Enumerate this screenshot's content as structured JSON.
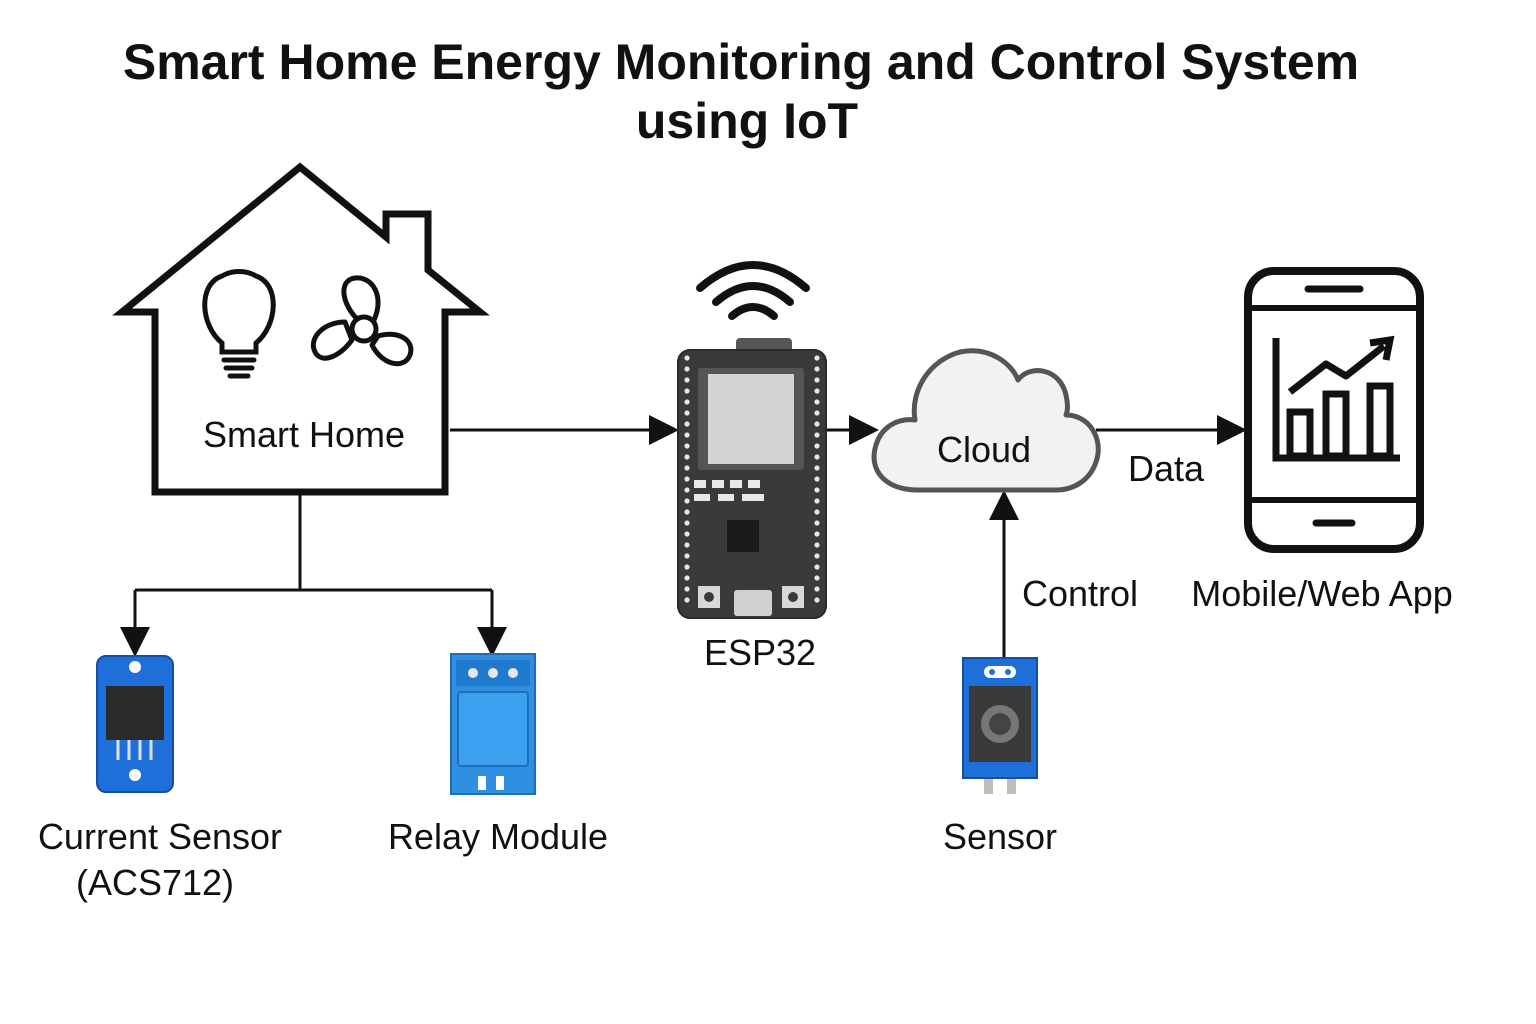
{
  "title": {
    "line1": "Smart Home Energy Monitoring and Control System",
    "line2": "using IoT"
  },
  "nodes": {
    "smart_home": {
      "label": "Smart Home",
      "icons": [
        "house-icon",
        "light-bulb-icon",
        "fan-icon"
      ]
    },
    "esp32": {
      "label": "ESP32",
      "icons": [
        "wifi-icon",
        "esp32-board-icon"
      ]
    },
    "cloud": {
      "label": "Cloud",
      "icons": [
        "cloud-icon"
      ]
    },
    "mobile_app": {
      "label": "Mobile/Web App",
      "icons": [
        "smartphone-icon",
        "chart-icon"
      ]
    },
    "current_sensor": {
      "label_line1": "Current Sensor",
      "label_line2": "(ACS712)",
      "icons": [
        "current-sensor-module-icon"
      ]
    },
    "relay": {
      "label": "Relay Module",
      "icons": [
        "relay-module-icon"
      ]
    },
    "sensor": {
      "label": "Sensor",
      "icons": [
        "sensor-module-icon"
      ]
    }
  },
  "edges": {
    "cloud_to_app": {
      "from": "Cloud",
      "to": "Mobile/Web App",
      "label": "Data"
    },
    "sensor_to_cloud": {
      "from": "Sensor",
      "to": "Cloud",
      "label": "Control"
    },
    "home_to_esp32": {
      "from": "Smart Home",
      "to": "ESP32"
    },
    "esp32_to_cloud": {
      "from": "ESP32",
      "to": "Cloud"
    },
    "home_to_current_sensor": {
      "from": "Smart Home",
      "to": "Current Sensor (ACS712)"
    },
    "home_to_relay": {
      "from": "Smart Home",
      "to": "Relay Module"
    }
  },
  "colors": {
    "line": "#111111",
    "module_blue": "#1e6fd9",
    "relay_blue": "#2f8fe0",
    "board_dark": "#3a3a3a",
    "cloud_fill": "#f2f2f2"
  }
}
